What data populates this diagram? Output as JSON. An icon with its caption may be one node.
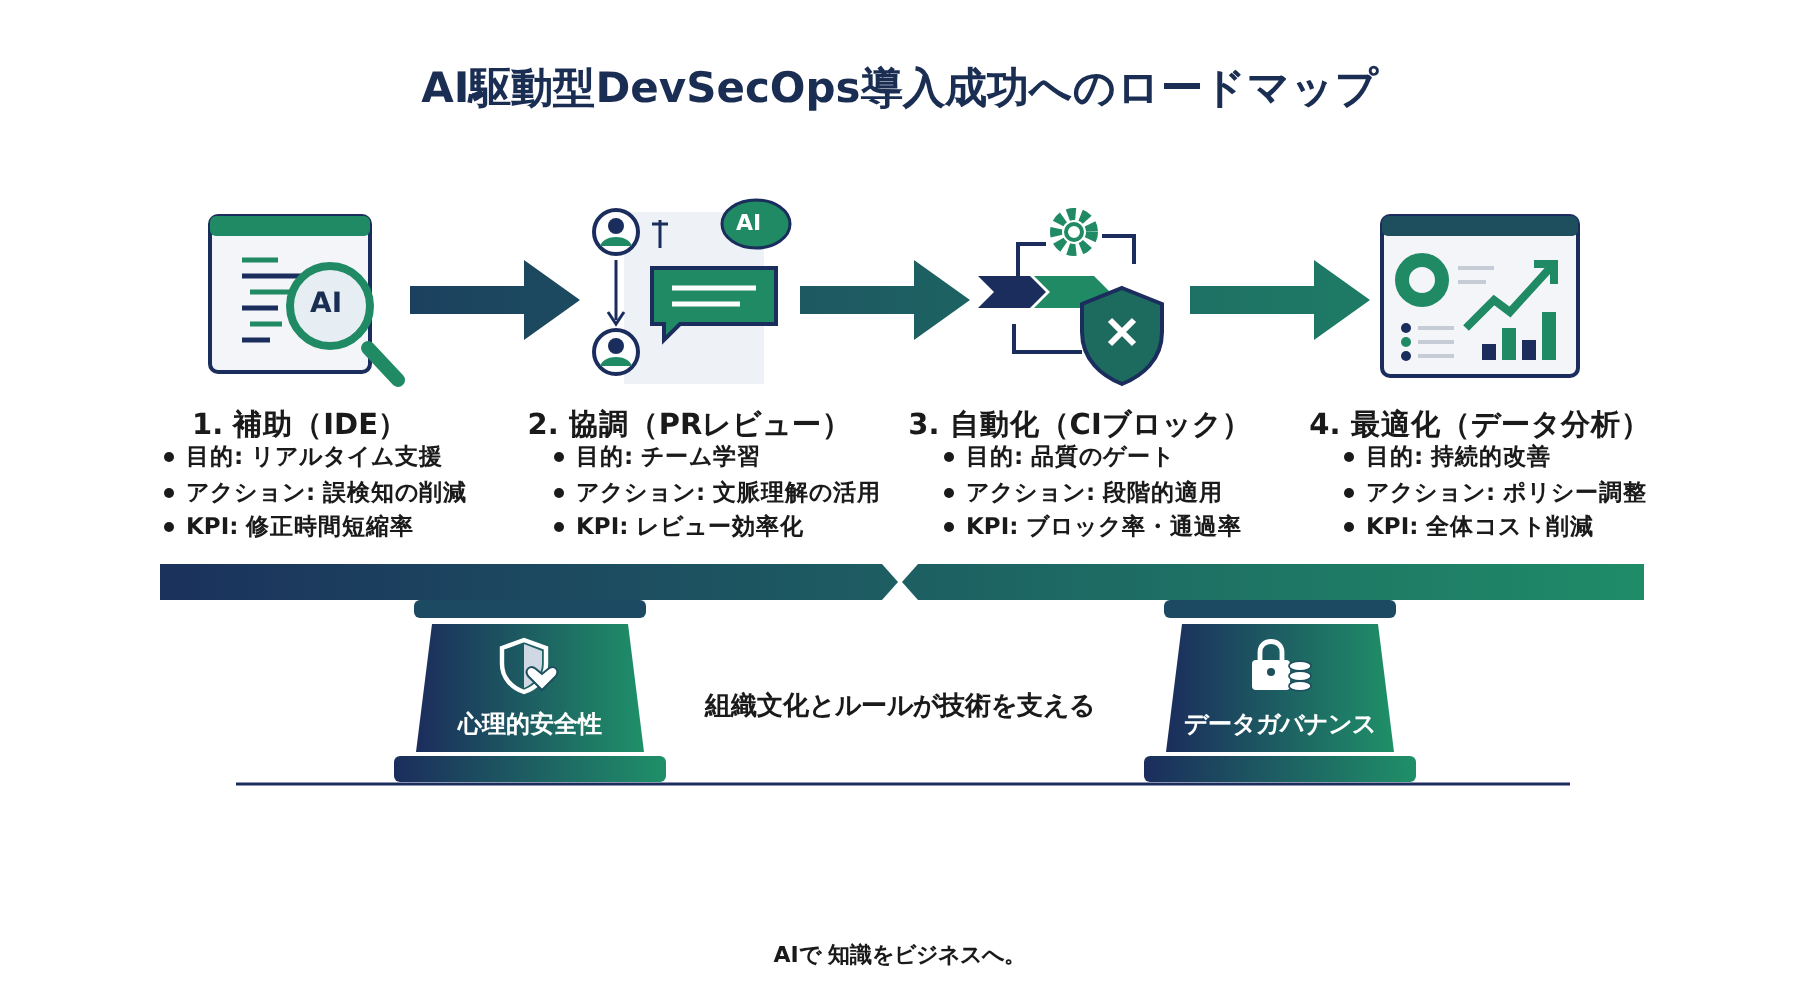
{
  "diagram": {
    "title": "AI駆動型DevSecOps導入成功へのロードマップ",
    "nodes": [
      {
        "text": [
          "AI"
        ],
        "beside": [
          "1. 補助（IDE）",
          "目的: リアルタイム支援",
          "アクション: 誤検知の削減",
          "KPI: 修正時間短縮率"
        ]
      },
      {
        "text": [
          "AI"
        ],
        "beside": [
          "2. 協調（PRレビュー）",
          "目的: チーム学習",
          "アクション: 文脈理解の活用",
          "KPI: レビュー効率化"
        ]
      },
      {
        "text": [],
        "shape": "picture",
        "beside": [
          "3. 自動化（CIブロック）",
          "目的: 品質のゲート",
          "アクション: 段階的適用",
          "KPI: ブロック率・通過率"
        ]
      },
      {
        "text": [],
        "shape": "picture",
        "beside": [
          "4. 最適化（データ分析）",
          "目的: 持続的改善",
          "アクション: ポリシー調整",
          "KPI: 全体コスト削減"
        ]
      },
      {
        "text": [
          "心理的安全性"
        ]
      },
      {
        "text": [
          "データガバナンス"
        ]
      }
    ],
    "edges": [
      {
        "from": 0,
        "to": 1,
        "arrow": "to"
      },
      {
        "from": 1,
        "to": 2,
        "arrow": "to"
      },
      {
        "from": 2,
        "to": 3,
        "arrow": "to"
      }
    ],
    "labels": [
      "組織文化とルールが技術を支える",
      "AIで 知識をビジネスへ。"
    ]
  }
}
